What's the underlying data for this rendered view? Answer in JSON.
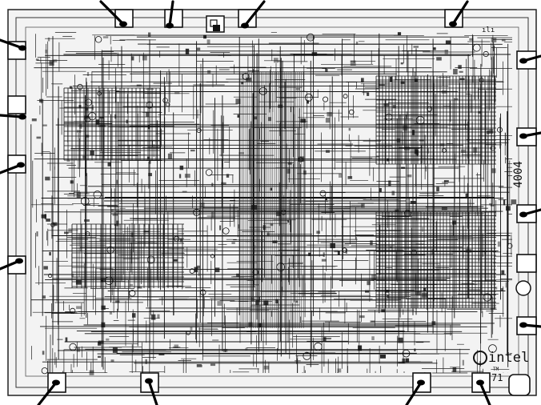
{
  "image": {
    "subject": "Intel 4004 microprocessor die micrograph",
    "tone": "black-and-white"
  },
  "die_markings": {
    "part_number": "4004",
    "logo_text": "intel",
    "trademark": "TM",
    "year": "71"
  },
  "colors": {
    "background": "#ffffff",
    "ink": "#111111",
    "substrate": "#f2f2f2"
  }
}
